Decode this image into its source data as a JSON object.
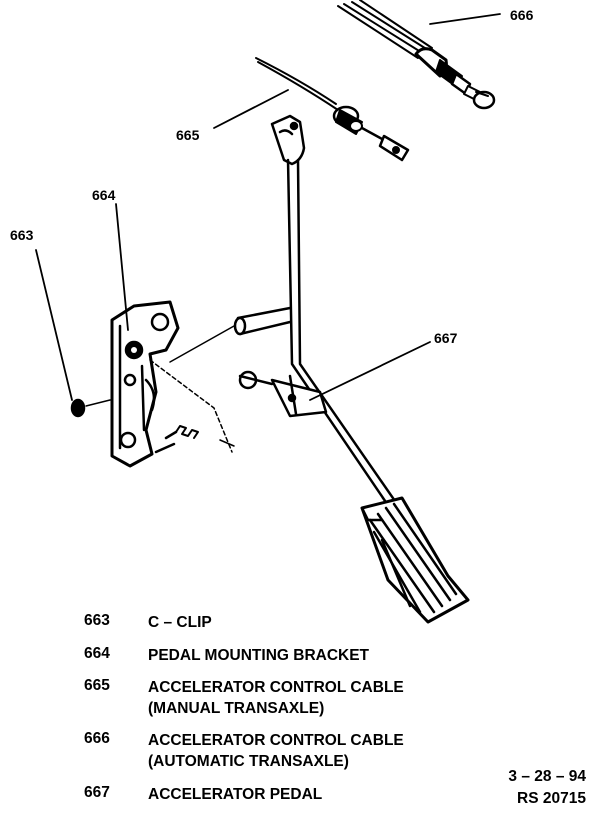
{
  "callouts": {
    "c663": "663",
    "c664": "664",
    "c665": "665",
    "c666": "666",
    "c667": "667"
  },
  "legend": [
    {
      "num": "663",
      "desc": "C – CLIP"
    },
    {
      "num": "664",
      "desc": "PEDAL MOUNTING BRACKET"
    },
    {
      "num": "665",
      "desc": "ACCELERATOR CONTROL CABLE\n(MANUAL TRANSAXLE)"
    },
    {
      "num": "666",
      "desc": "ACCELERATOR CONTROL CABLE\n(AUTOMATIC TRANSAXLE)"
    },
    {
      "num": "667",
      "desc": "ACCELERATOR PEDAL"
    }
  ],
  "stamp": {
    "date": "3 – 28 – 94",
    "code": "RS 20715"
  }
}
